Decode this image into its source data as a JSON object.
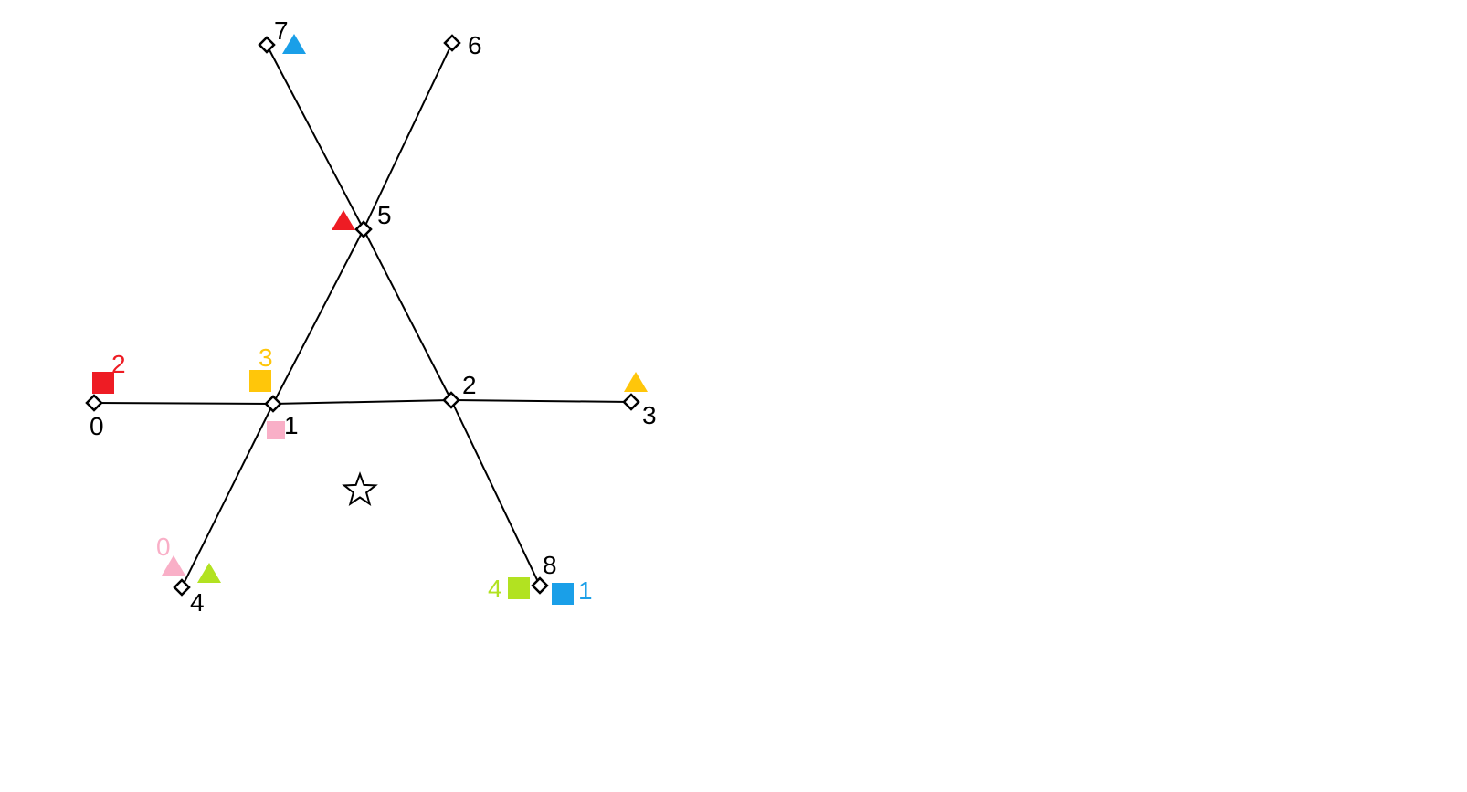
{
  "graph": {
    "nodes": [
      {
        "id": "0",
        "label": "0"
      },
      {
        "id": "1",
        "label": "1"
      },
      {
        "id": "2",
        "label": "2"
      },
      {
        "id": "3",
        "label": "3"
      },
      {
        "id": "4",
        "label": "4"
      },
      {
        "id": "5",
        "label": "5"
      },
      {
        "id": "6",
        "label": "6"
      },
      {
        "id": "7",
        "label": "7"
      },
      {
        "id": "8",
        "label": "8"
      }
    ],
    "edges": [
      [
        "0",
        "1"
      ],
      [
        "1",
        "2"
      ],
      [
        "2",
        "3"
      ],
      [
        "4",
        "1"
      ],
      [
        "1",
        "5"
      ],
      [
        "5",
        "6"
      ],
      [
        "7",
        "5"
      ],
      [
        "5",
        "2"
      ],
      [
        "2",
        "8"
      ]
    ]
  },
  "agents": [
    {
      "id": "agent-0",
      "label": "0",
      "color": "#F9AFC7",
      "near_node": "4"
    },
    {
      "id": "agent-1",
      "label": "1",
      "color": "#1A9FE8",
      "near_node": "8"
    },
    {
      "id": "agent-2",
      "label": "2",
      "color": "#EE1C24",
      "near_node": "0"
    },
    {
      "id": "agent-3",
      "label": "3",
      "color": "#FFC60A",
      "near_node": "1"
    },
    {
      "id": "agent-4",
      "label": "4",
      "color": "#B2E221",
      "near_node": "8"
    }
  ],
  "goals": [
    {
      "id": "goal-0",
      "color": "#F9AFC7",
      "near_node": "4"
    },
    {
      "id": "goal-1",
      "color": "#1A9FE8",
      "near_node": "7"
    },
    {
      "id": "goal-2",
      "color": "#EE1C24",
      "near_node": "5"
    },
    {
      "id": "goal-3",
      "color": "#FFC60A",
      "near_node": "3"
    },
    {
      "id": "goal-4",
      "color": "#B2E221",
      "near_node": "4"
    }
  ],
  "extra_squares": [
    {
      "id": "pink-square",
      "color": "#F9AFC7",
      "near_node": "1"
    }
  ],
  "star": {
    "icon": "star-outline-icon"
  },
  "colors": {
    "line": "#000000",
    "node_stroke": "#000000",
    "node_fill": "#ffffff",
    "background": "#ffffff"
  }
}
